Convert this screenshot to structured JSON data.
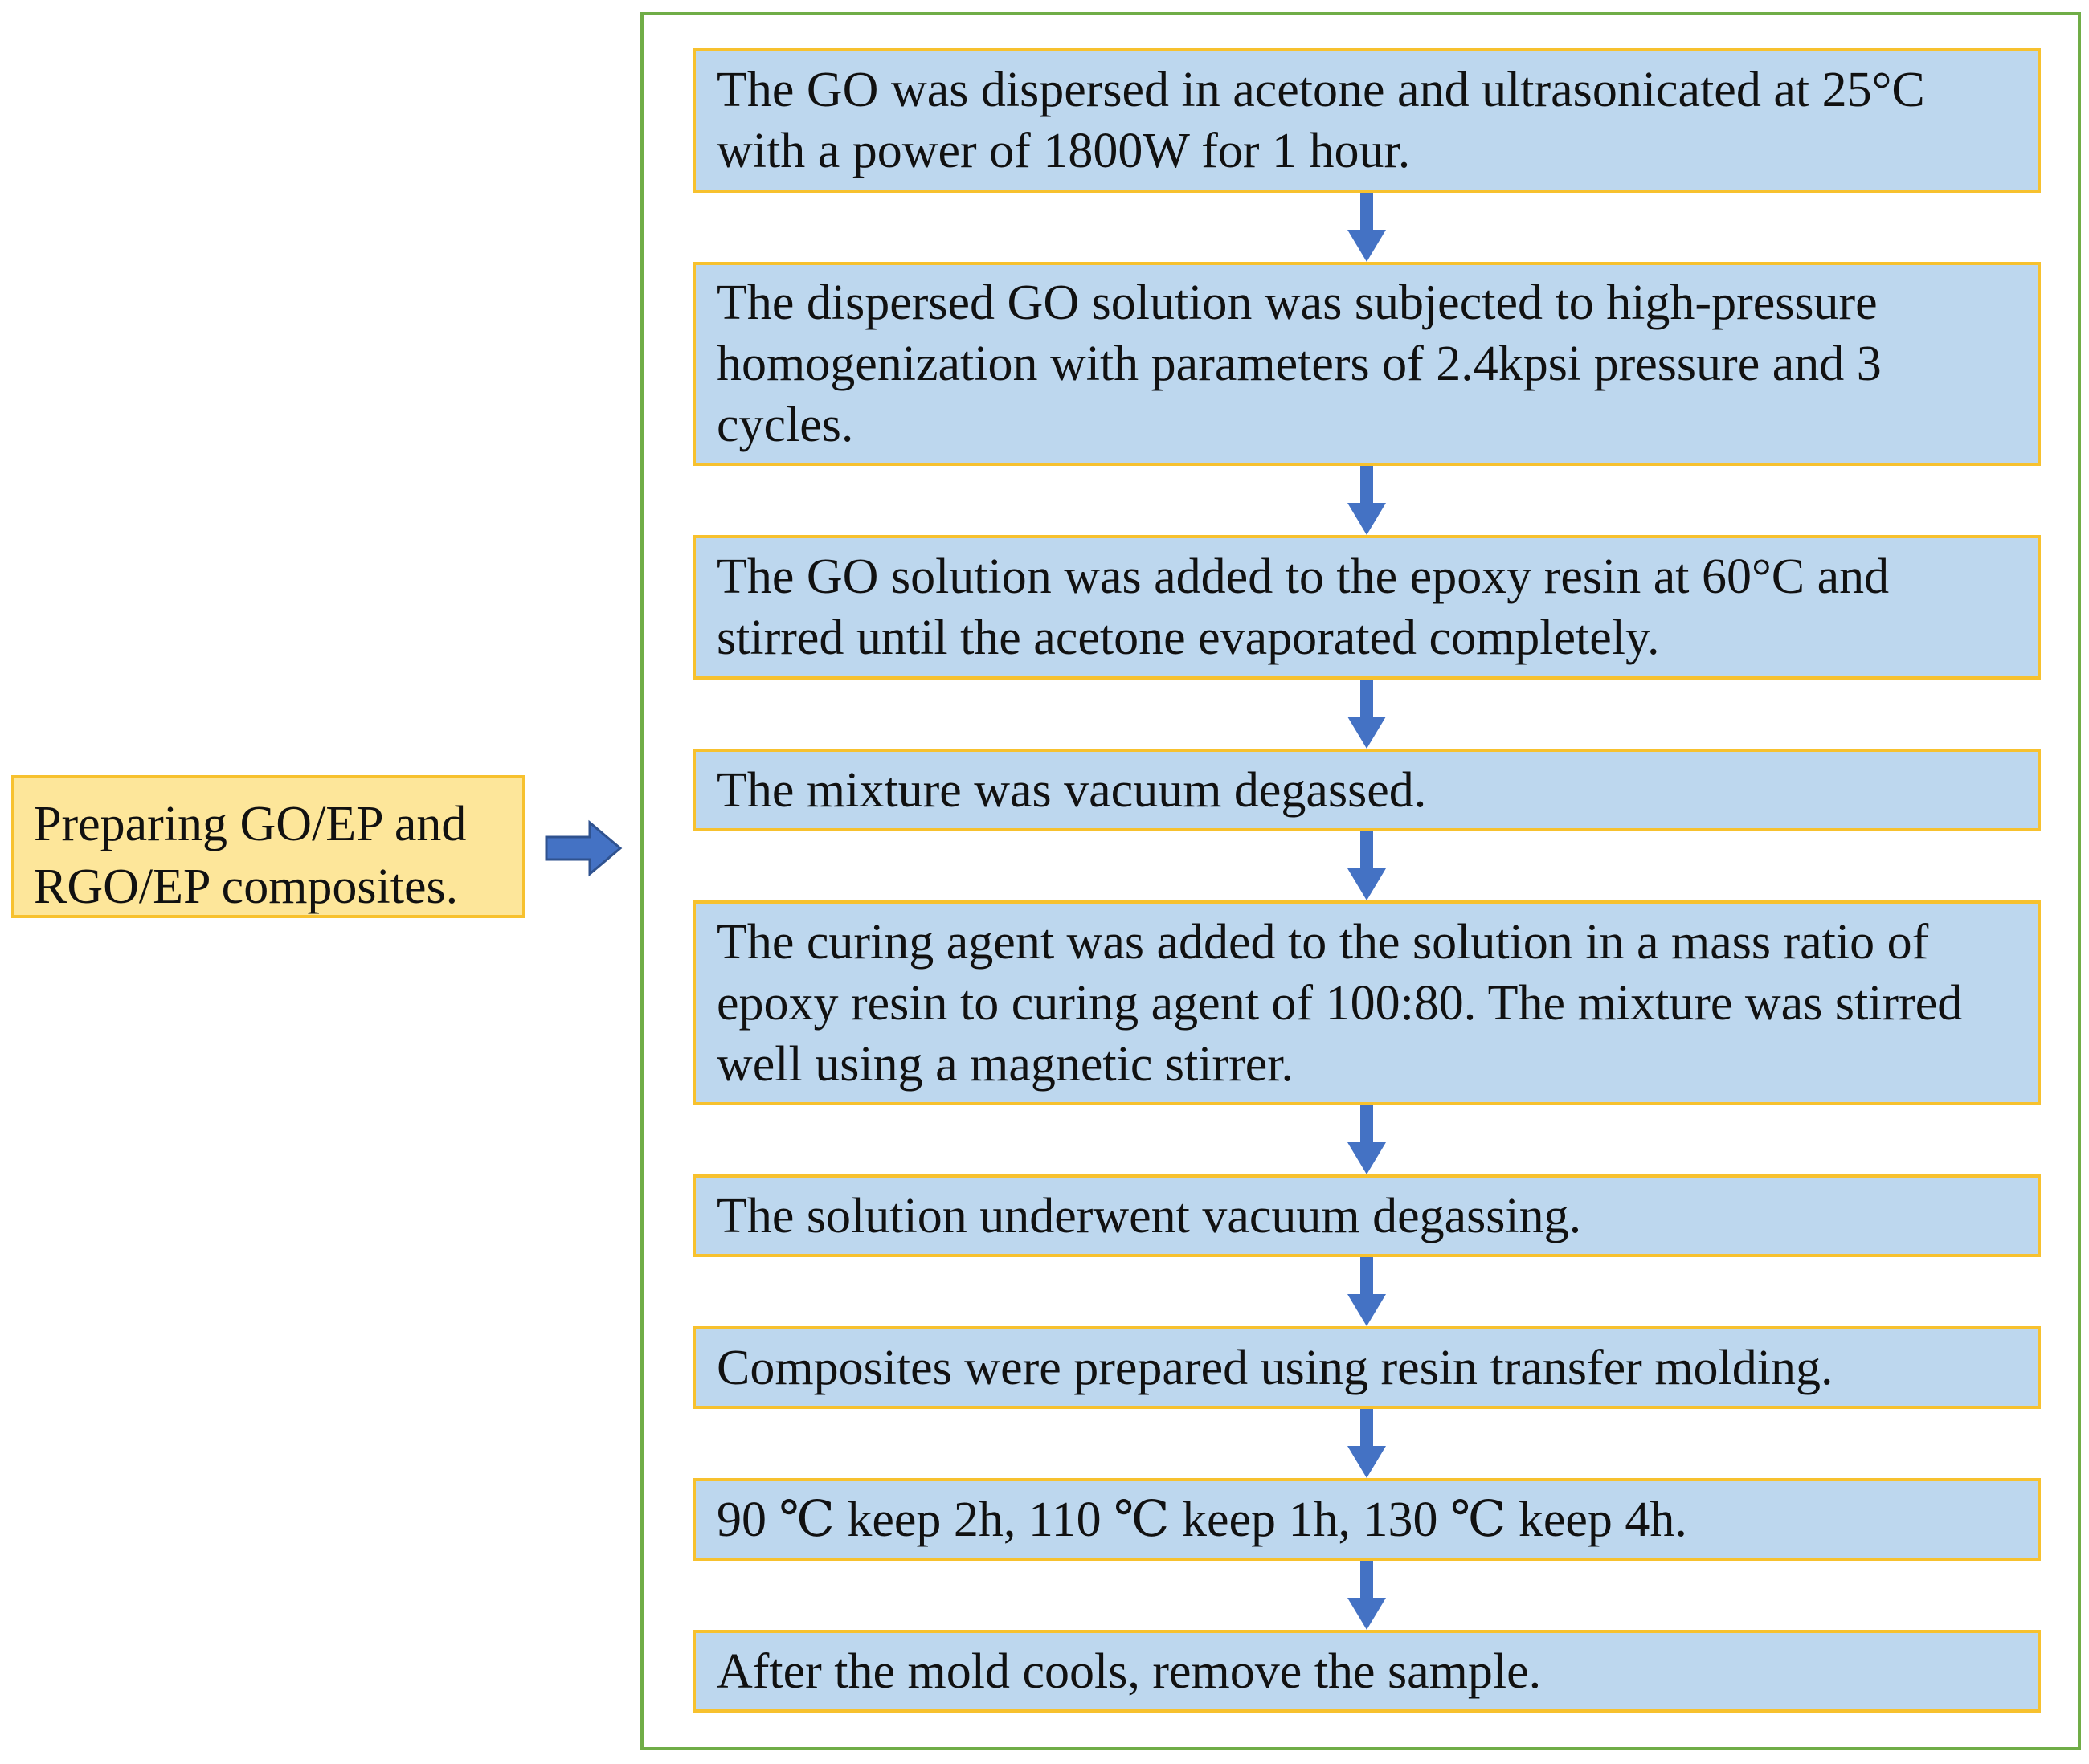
{
  "start": {
    "text": "Preparing GO/EP and RGO/EP composites."
  },
  "steps": [
    "The GO was dispersed in acetone and ultrasonicated at 25°C with a power of 1800W for 1 hour.",
    "The dispersed GO solution was subjected to high-pressure homogenization with parameters of 2.4kpsi pressure and 3 cycles.",
    "The GO solution was added to the epoxy resin at 60°C and stirred until the acetone evaporated completely.",
    "The mixture was vacuum degassed.",
    "The curing agent was added to the solution in a mass ratio of epoxy resin to curing agent of 100:80. The mixture was stirred well using a magnetic stirrer.",
    "The solution underwent vacuum degassing.",
    "Composites were prepared using resin transfer molding.",
    "90 ℃ keep 2h, 110 ℃ keep 1h, 130 ℃ keep 4h.",
    "After the mold cools, remove the sample."
  ],
  "colors": {
    "step_fill": "#bdd7ee",
    "step_border": "#f7c12e",
    "start_fill": "#fde69a",
    "frame_border": "#70ad47",
    "arrow": "#4472c4"
  }
}
